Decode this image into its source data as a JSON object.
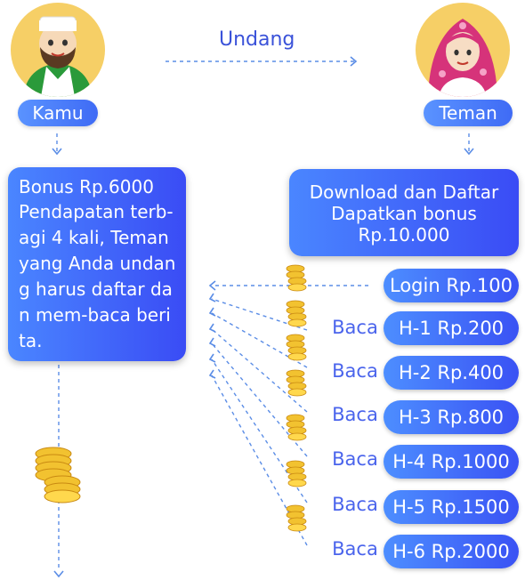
{
  "top": {
    "invite_label": "Undang",
    "you_label": "Kamu",
    "friend_label": "Teman"
  },
  "left_card": {
    "line1": "Bonus Rp.6000",
    "body": "Pendapatan terb-agi 4 kali, Teman yang Anda undang harus daftar dan mem-baca berita."
  },
  "right_card": {
    "line1": "Download dan Daftar",
    "line2": "Dapatkan bonus",
    "line3": "Rp.10.000"
  },
  "rewards": [
    {
      "prefix": "",
      "label": "Login  Rp.100"
    },
    {
      "prefix": "Baca",
      "label": "H-1  Rp.200"
    },
    {
      "prefix": "Baca",
      "label": "H-2  Rp.400"
    },
    {
      "prefix": "Baca",
      "label": "H-3  Rp.800"
    },
    {
      "prefix": "Baca",
      "label": "H-4  Rp.1000"
    },
    {
      "prefix": "Baca",
      "label": "H-5  Rp.1500"
    },
    {
      "prefix": "Baca",
      "label": "H-6  Rp.2000"
    }
  ],
  "colors": {
    "accent_blue": "#3f6bf5",
    "dash_blue": "#5b8de6",
    "avatar_bg": "#f6cf66",
    "coin_gold": "#f2c230"
  },
  "icons": [
    "man-avatar-icon",
    "woman-avatar-icon",
    "coin-stack-icon",
    "arrow-icon"
  ]
}
